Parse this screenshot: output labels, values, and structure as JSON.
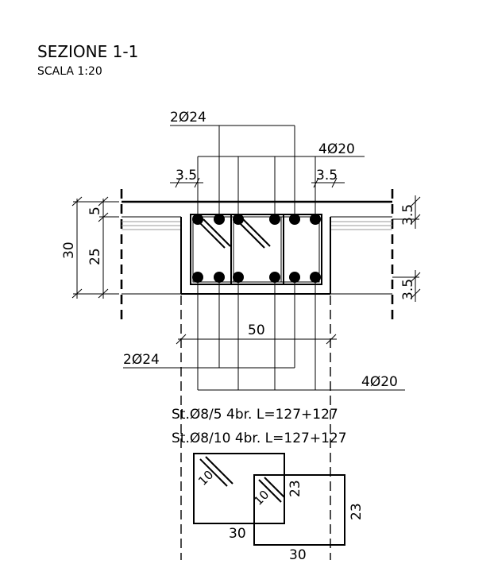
{
  "title": "SEZIONE 1-1",
  "scale": "SCALA 1:20",
  "rebar": {
    "top_ext": "2Ø24",
    "top_int": "4Ø20",
    "bot_ext": "2Ø24",
    "bot_int": "4Ø20"
  },
  "dimensions": {
    "cover_left": "3.5",
    "cover_right": "3.5",
    "cover_top_right": "3.5",
    "cover_bottom_right": "3.5",
    "slab": "5",
    "web": "25",
    "total_height": "30",
    "width": "50"
  },
  "stirrups": {
    "line1": "St.Ø8/5 4br. L=127+127",
    "line2": "St.Ø8/10 4br. L=127+127",
    "hook_a": "10",
    "hook_b": "10",
    "left_height": "23",
    "right_height": "23",
    "left_width": "30",
    "right_width": "30"
  }
}
